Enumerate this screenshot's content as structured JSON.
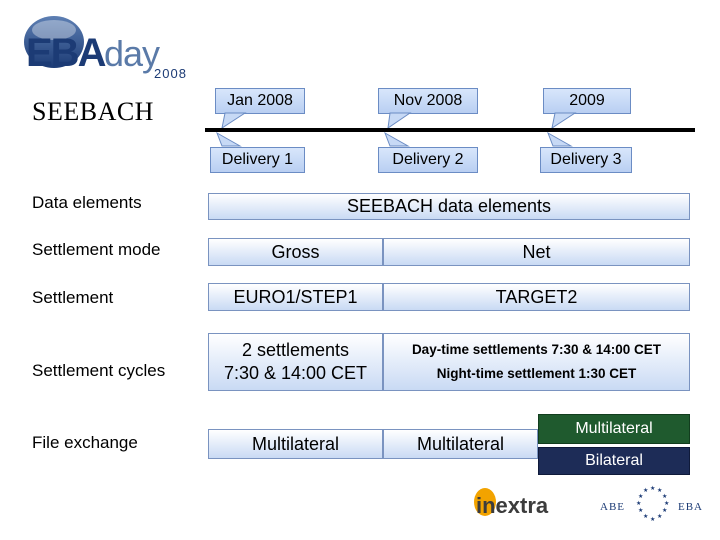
{
  "logo": {
    "main": "EBAday",
    "year": "2008"
  },
  "title": "SEEBACH",
  "timeline": {
    "top": [
      "Jan 2008",
      "Nov 2008",
      "2009"
    ],
    "bottom": [
      "Delivery 1",
      "Delivery 2",
      "Delivery 3"
    ]
  },
  "rows": {
    "data_elements": {
      "label": "Data elements",
      "value": "SEEBACH data elements"
    },
    "settlement_mode": {
      "label": "Settlement mode",
      "left": "Gross",
      "right": "Net"
    },
    "settlement": {
      "label": "Settlement",
      "left": "EURO1/STEP1",
      "right": "TARGET2"
    },
    "settlement_cycles": {
      "label": "Settlement cycles",
      "left_line1": "2 settlements",
      "left_line2": "7:30 & 14:00 CET",
      "right_line1": "Day-time settlements 7:30 & 14:00 CET",
      "right_line2": "Night-time settlement 1:30 CET"
    },
    "file_exchange": {
      "label": "File exchange",
      "left": "Multilateral",
      "middle": "Multilateral",
      "right_top": "Multilateral",
      "right_bottom": "Bilateral"
    }
  },
  "footer": {
    "inextra": "inextra",
    "abe": "ABE",
    "eba": "EBA"
  },
  "colors": {
    "green": "#1f5a2e",
    "navy": "#1d2c57",
    "callout": "#c7d9f5"
  }
}
